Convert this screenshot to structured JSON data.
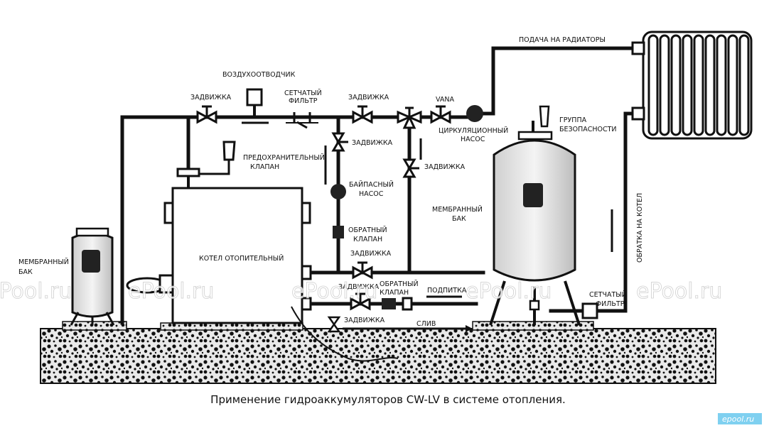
{
  "labels": {
    "air_vent": "ВОЗДУХООТВОДЧИК",
    "valve_top_left": "ЗАДВИЖКА",
    "mesh_filter_top_1": "СЕТЧАТЫЙ",
    "mesh_filter_top_2": "ФИЛЬТР",
    "valve_top_mid": "ЗАДВИЖКА",
    "vana": "VANA",
    "supply_radiators": "ПОДАЧА НА РАДИАТОРЫ",
    "safety_group_1": "ГРУППА",
    "safety_group_2": "БЕЗОПАСНОСТИ",
    "circ_pump_1": "ЦИРКУЛЯЦИОННЫЙ",
    "circ_pump_2": "НАСОС",
    "valve_bypass_left": "ЗАДВИЖКА",
    "valve_bypass_right": "ЗАДВИЖКА",
    "safety_valve_1": "ПРЕДОХРАНИТЕЛЬНЫЙ",
    "safety_valve_2": "КЛАПАН",
    "bypass_pump_1": "БАЙПАСНЫЙ",
    "bypass_pump_2": "НАСОС",
    "check_valve_mid_1": "ОБРАТНЫЙ",
    "check_valve_mid_2": "КЛАПАН",
    "membrane_tank_big_1": "МЕМБРАННЫЙ",
    "membrane_tank_big_2": "БАК",
    "membrane_tank_small_1": "МЕМБРАННЫЙ",
    "membrane_tank_small_2": "БАК",
    "boiler": "КОТЕЛ ОТОПИТЕЛЬНЫЙ",
    "valve_return": "ЗАДВИЖКА",
    "valve_makeup": "ЗАДВИЖКА",
    "check_valve_low_1": "ОБРАТНЫЙ",
    "check_valve_low_2": "КЛАПАН",
    "makeup": "ПОДПИТКА",
    "valve_drain": "ЗАДВИЖКА",
    "drain": "СЛИВ",
    "mesh_filter_right_1": "СЕТЧАТЫЙ",
    "mesh_filter_right_2": "ФИЛЬТР",
    "return_boiler": "ОБРАТКА НА КОТЕЛ"
  },
  "caption": "Применение гидроаккумуляторов CW-LV в системе отопления.",
  "watermarks": [
    "ePool.ru",
    "ePool.ru",
    "ePool.ru",
    "ePool.ru",
    "ePool.ru"
  ],
  "site_logo": "epool.ru"
}
